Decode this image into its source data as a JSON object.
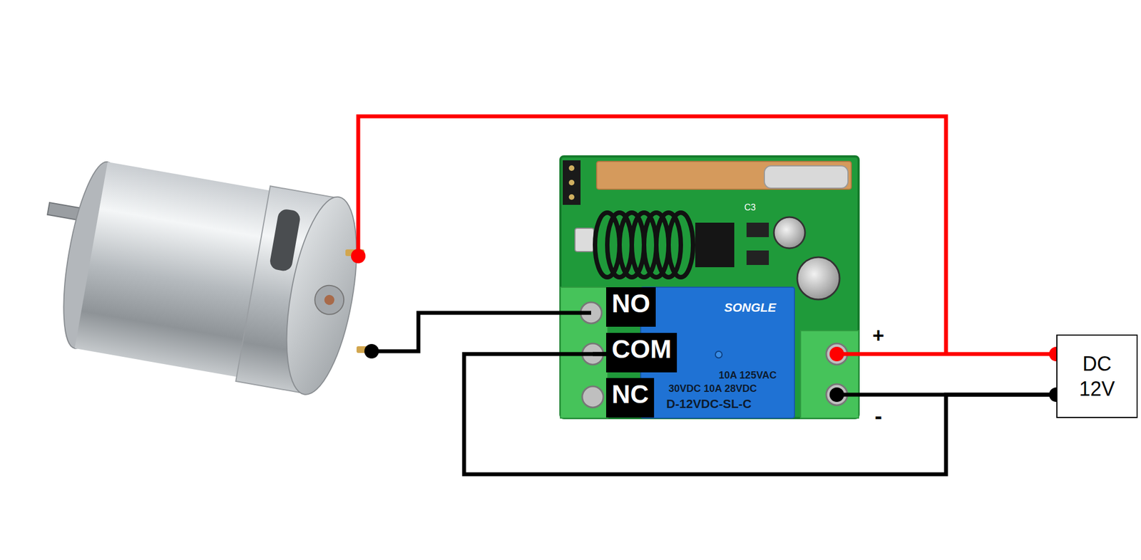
{
  "diagram": {
    "nodes": [
      {
        "text": [
          "NO"
        ]
      },
      {
        "text": [
          "COM"
        ]
      },
      {
        "text": [
          "NC"
        ]
      },
      {
        "text": [
          "DC 12V"
        ]
      }
    ],
    "edges": [
      {
        "from": 1,
        "to": 3,
        "arrow": "none"
      }
    ],
    "labels": [
      "SONGLE",
      "10A 125VAC",
      "30VDC 10A 28VDC",
      "D-12VDC-SL-C",
      "C3",
      "+",
      "-"
    ]
  }
}
